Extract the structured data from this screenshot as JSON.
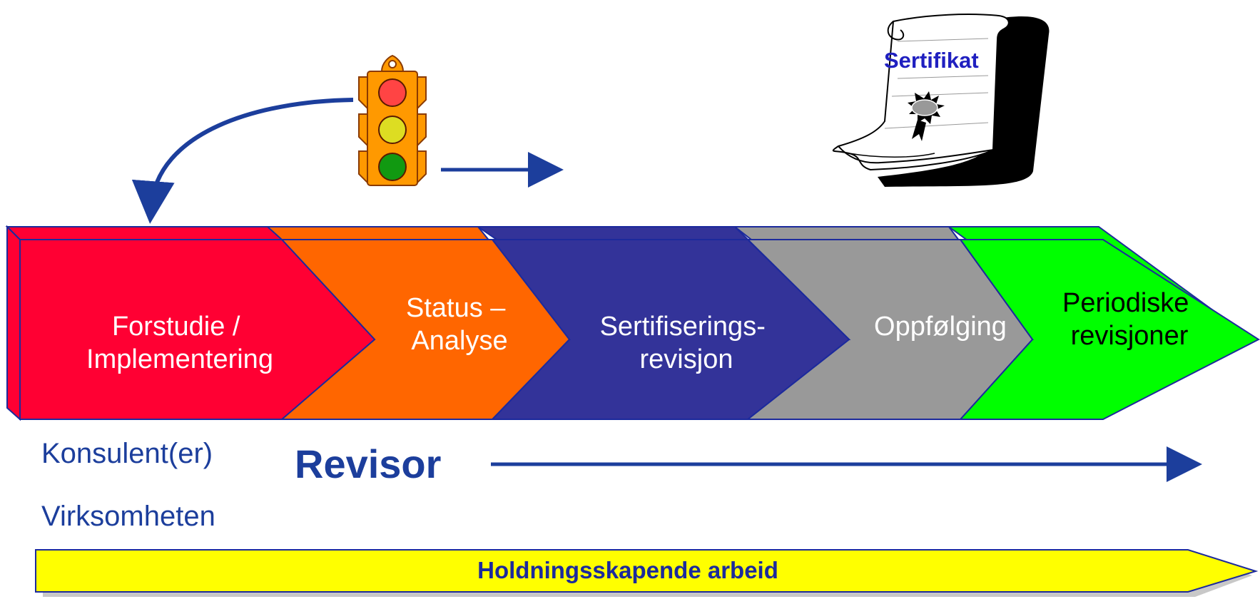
{
  "certificate": {
    "label": "Sertifikat"
  },
  "stages": [
    {
      "lines": [
        "Forstudie /",
        "Implementering"
      ],
      "color": "#ff0033"
    },
    {
      "lines": [
        "Status –",
        "Analyse"
      ],
      "color": "#ff6600"
    },
    {
      "lines": [
        "Sertifiserings-",
        "revisjon"
      ],
      "color": "#333399"
    },
    {
      "lines": [
        "Oppfølging"
      ],
      "color": "#999999"
    },
    {
      "lines": [
        "Periodiske",
        "revisjoner"
      ],
      "color": "#00ff00"
    }
  ],
  "roles": {
    "konsulent": "Konsulent(er)",
    "revisor": "Revisor",
    "virksomheten": "Virksomheten"
  },
  "banner": {
    "label": "Holdningsskapende arbeid",
    "color": "#ffff00"
  },
  "colors": {
    "arrow": "#1c3e9c",
    "outline": "#1c2a9c"
  },
  "icons": [
    "traffic-light-icon",
    "certificate-scroll-icon",
    "curved-arrow-icon",
    "right-arrow-icon"
  ]
}
